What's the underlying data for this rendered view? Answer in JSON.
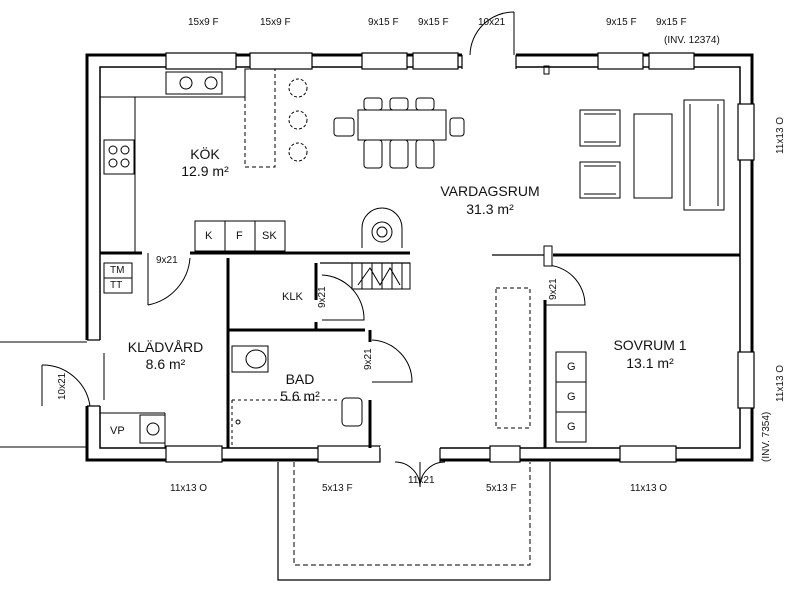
{
  "rooms": {
    "kok": {
      "name": "KÖK",
      "area": "12.9 m²"
    },
    "vardagsrum": {
      "name": "VARDAGSRUM",
      "area": "31.3 m²"
    },
    "kladvard": {
      "name": "KLÄDVÅRD",
      "area": "8.6 m²"
    },
    "bad": {
      "name": "BAD",
      "area": "5.6 m²"
    },
    "sovrum1": {
      "name": "SOVRUM 1",
      "area": "13.1 m²"
    }
  },
  "fixtures": {
    "k": "K",
    "f": "F",
    "sk": "SK",
    "tm": "TM",
    "tt": "TT",
    "vp": "VP",
    "klk": "KLK",
    "g1": "G",
    "g2": "G",
    "g3": "G"
  },
  "windows_top": [
    "15x9 F",
    "15x9 F",
    "9x15 F",
    "9x15 F",
    "10x21",
    "9x15 F",
    "9x15 F"
  ],
  "inv_top": "(INV. 12374)",
  "windows_bottom": [
    "11x13 O",
    "5x13 F",
    "11x21",
    "5x13 F",
    "11x13 O"
  ],
  "windows_right": [
    "11x13 O",
    "11x13 O"
  ],
  "inv_right": "(INV. 7354)",
  "doors": {
    "left_entry": "10x21",
    "kok_kladvard": "9x21",
    "klk": "9x21",
    "bad": "9x21",
    "sovrum": "9x21"
  }
}
